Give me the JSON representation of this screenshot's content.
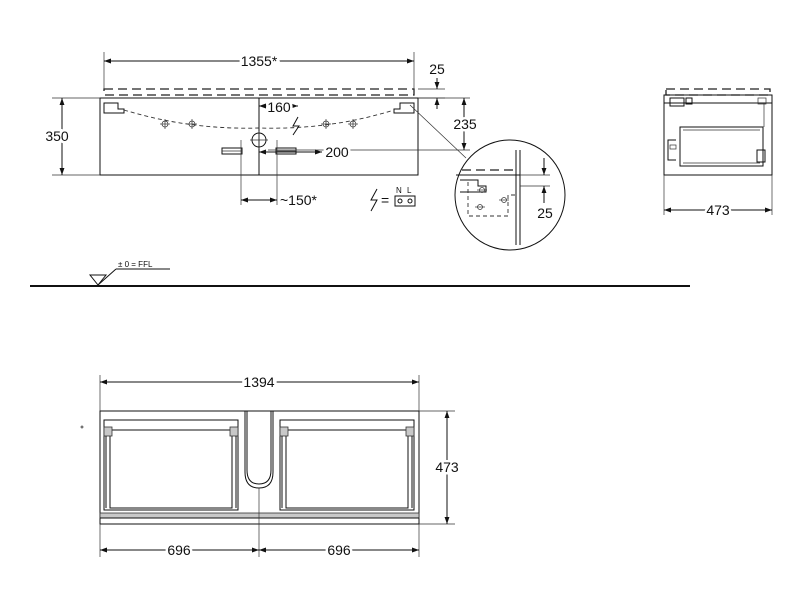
{
  "front_view": {
    "width_label": "1355*",
    "height_label": "350",
    "top_offset_label": "25",
    "outlet_height_label": "235",
    "center_offset_label": "160",
    "lateral_label": "200",
    "drain_offset_label": "~150*",
    "electrical_label": "=",
    "neutral_label": "N",
    "live_label": "L"
  },
  "detail_view": {
    "offset_label": "25"
  },
  "side_view": {
    "depth_label": "473"
  },
  "floor_reference": {
    "label": "± 0 = FFL"
  },
  "top_view": {
    "width_label": "1394",
    "depth_label": "473",
    "left_section_label": "696",
    "right_section_label": "696"
  }
}
